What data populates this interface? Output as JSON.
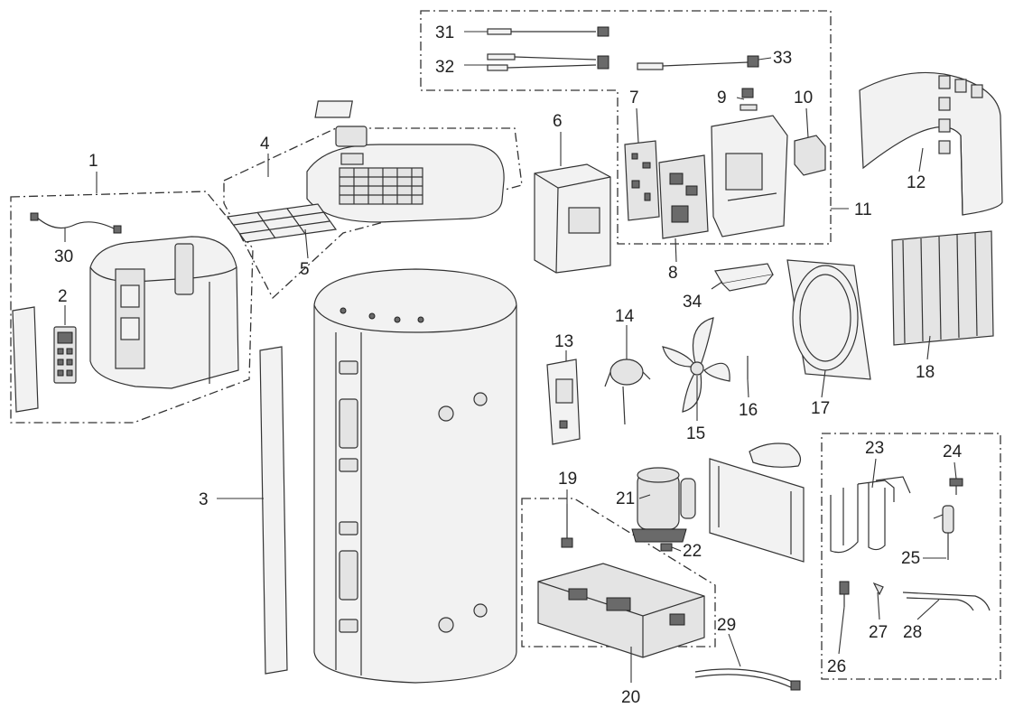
{
  "callouts": [
    "1",
    "2",
    "3",
    "4",
    "5",
    "6",
    "7",
    "8",
    "9",
    "10",
    "11",
    "12",
    "13",
    "14",
    "15",
    "16",
    "17",
    "18",
    "19",
    "20",
    "21",
    "22",
    "23",
    "24",
    "25",
    "26",
    "27",
    "28",
    "29",
    "30",
    "31",
    "32",
    "33",
    "34"
  ],
  "colors": {
    "stroke": "#333333",
    "fill": "#e4e4e4",
    "light": "#f2f2f2",
    "dark": "#6a6a6a",
    "background": "#ffffff"
  }
}
